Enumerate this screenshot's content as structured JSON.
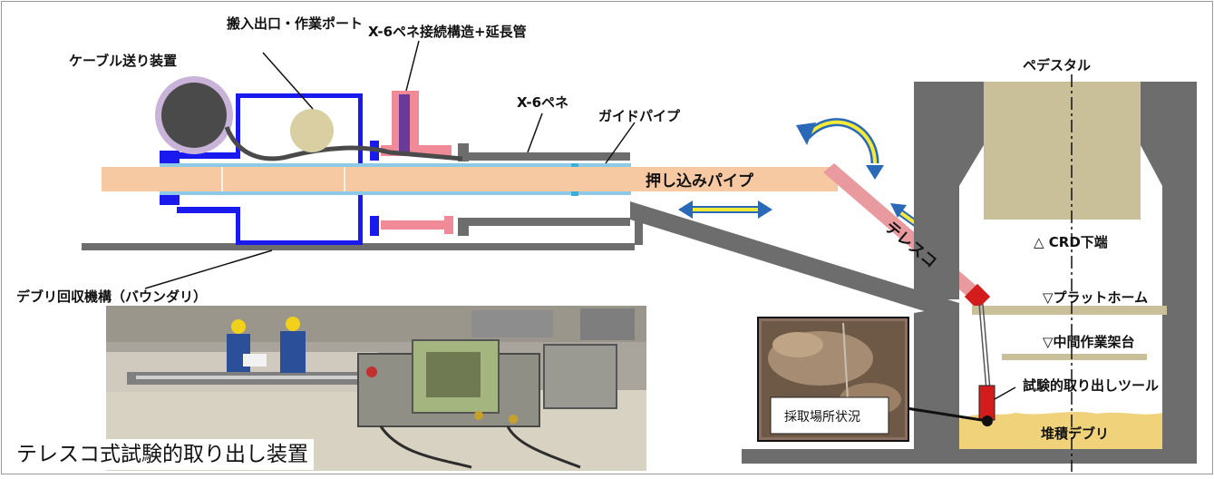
{
  "labels": {
    "cable_feeder": "ケーブル送り装置",
    "port": "搬入出口・作業ポート",
    "x6_connection": "X-6ペネ接続構造+延長管",
    "x6_pene": "X-6ペネ",
    "guide_pipe": "ガイドパイプ",
    "push_pipe": "押し込みパイプ",
    "telescope": "テレスコ",
    "debris_mechanism": "デブリ回収機構（バウンダリ）",
    "pedestal": "ペデスタル",
    "crd_bottom": "△ CRD下端",
    "platform": "▽プラットホーム",
    "intermediate_scaffold": "▽中間作業架台",
    "trial_tool": "試験的取り出しツール",
    "deposited_debris": "堆積デブリ",
    "sampling_status": "採取場所状況",
    "device_caption": "テレスコ式試験的取り出し装置"
  },
  "colors": {
    "boundary_blue": "#1a1aee",
    "push_pipe": "#f7c9a3",
    "pene_pink": "#f08a96",
    "pene_purple": "#6a3a9a",
    "structure_gray": "#6d6d6d",
    "pedestal_tan": "#c9bf98",
    "debris_yellow": "#f0d27a",
    "arrow_yellow": "#f4ea3a",
    "arrow_blue": "#2a68b8",
    "tool_red": "#d41c1c"
  }
}
